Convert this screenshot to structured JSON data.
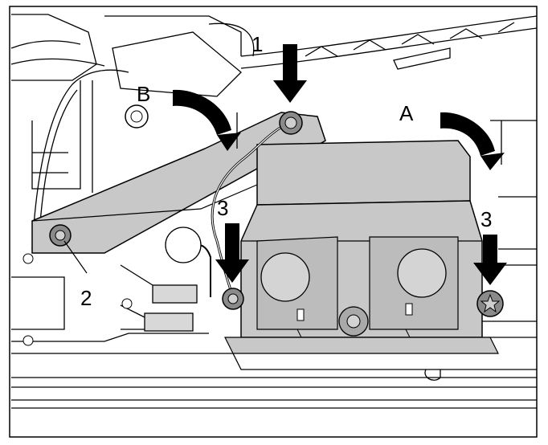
{
  "callouts": {
    "one": "1",
    "two": "2",
    "three_left": "3",
    "three_right": "3",
    "a": "A",
    "b": "B"
  },
  "colors": {
    "part_fill": "#c8c8c8",
    "part_fill_dark": "#a9a9a9",
    "line": "#000000",
    "background": "#ffffff"
  }
}
